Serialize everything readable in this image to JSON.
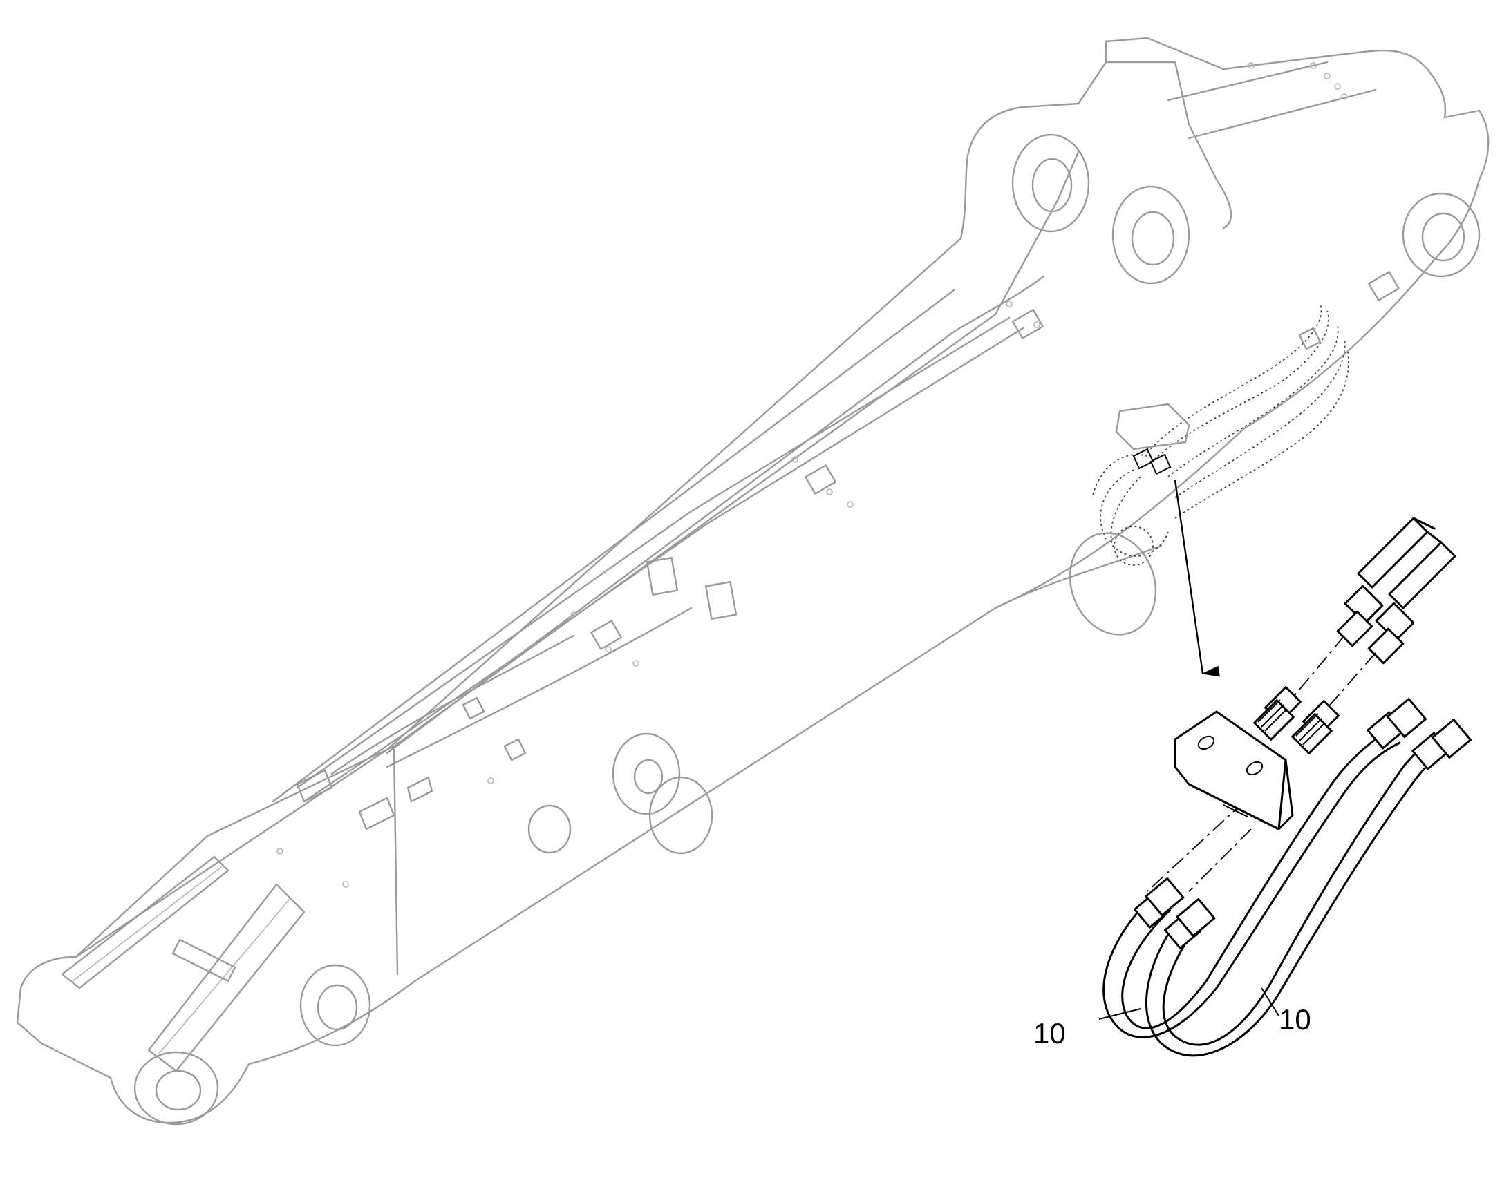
{
  "callouts": [
    {
      "id": "left",
      "label": "10"
    },
    {
      "id": "right",
      "label": "10"
    }
  ],
  "colors": {
    "line": "#000000",
    "ghost": "#9a9a9a",
    "background": "#ffffff"
  }
}
